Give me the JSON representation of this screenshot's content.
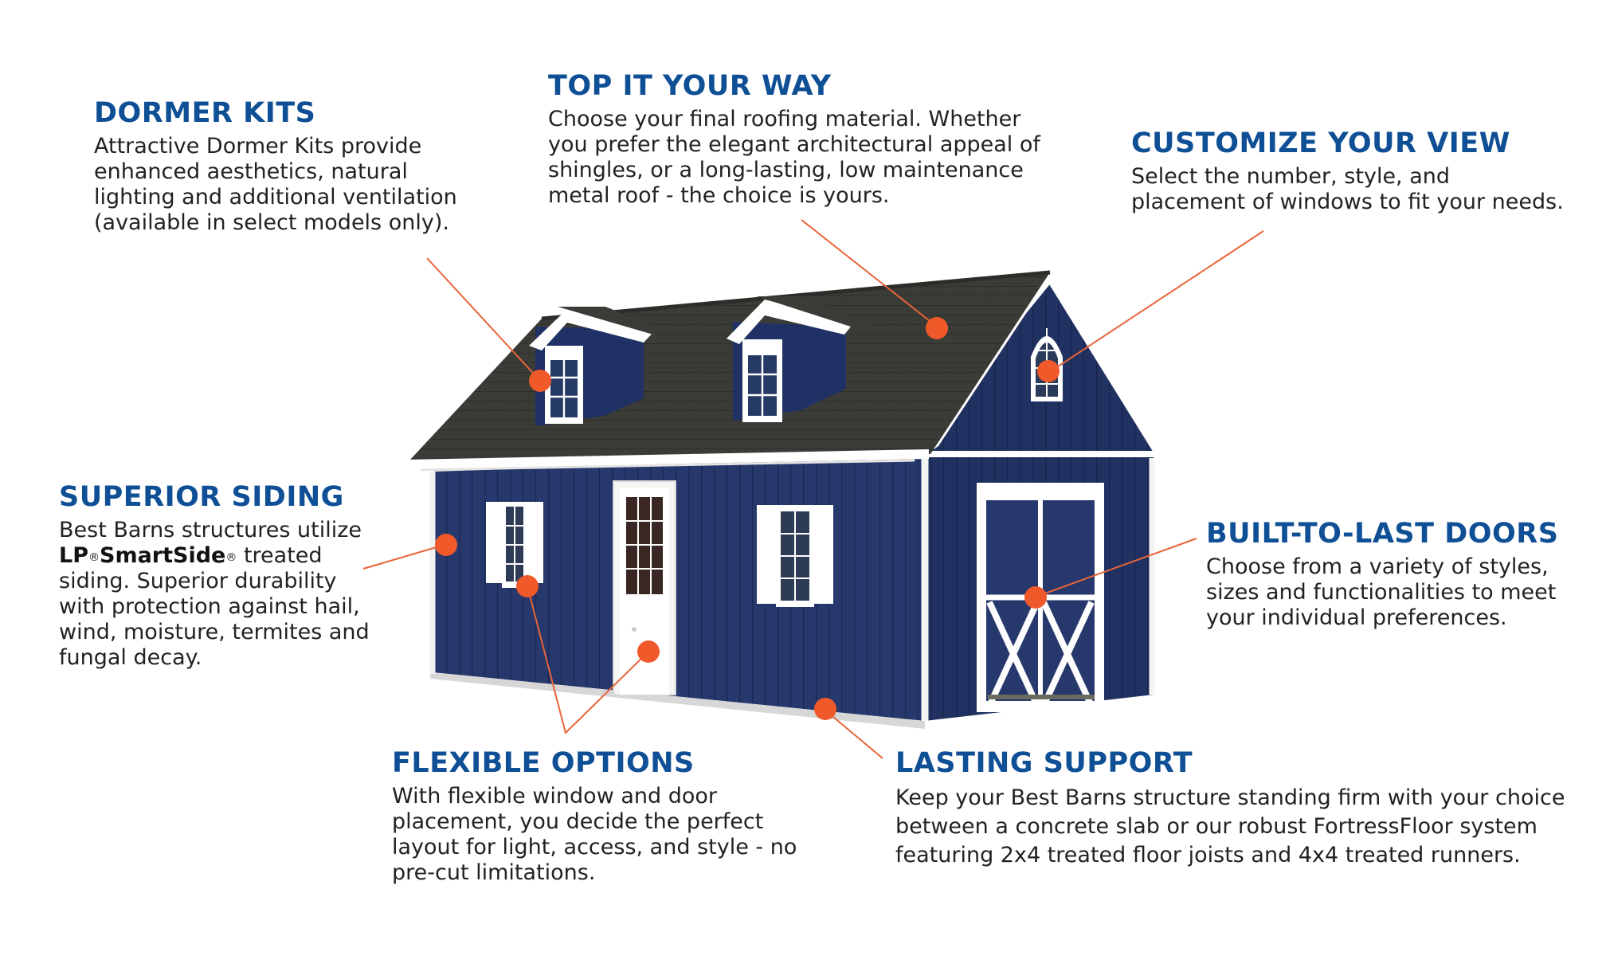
{
  "callouts": {
    "dormer": {
      "title": "DORMER KITS",
      "lines": [
        "Attractive Dormer Kits provide",
        "enhanced aesthetics, natural",
        "lighting and additional ventilation",
        "(available in select models only)."
      ]
    },
    "top": {
      "title": "TOP IT YOUR WAY",
      "lines": [
        "Choose your final roofing material. Whether",
        "you prefer the elegant architectural appeal of",
        "shingles, or a long-lasting, low maintenance",
        "metal roof - the choice is  yours."
      ]
    },
    "custom": {
      "title": "CUSTOMIZE YOUR VIEW",
      "lines": [
        "Select the number, style, and",
        "placement of windows to fit your needs."
      ]
    },
    "siding": {
      "title": "SUPERIOR SIDING",
      "line1": "Best Barns structures utilize",
      "brand_a": "LP",
      "reg_mark": "®",
      "brand_b": "SmartSide",
      "line2_rest": " treated",
      "lines": [
        "siding. Superior durability",
        "with protection against hail,",
        "wind, moisture, termites and",
        "fungal decay."
      ]
    },
    "doors": {
      "title": "BUILT-TO-LAST DOORS",
      "lines": [
        "Choose from a variety of styles,",
        "sizes and functionalities to meet",
        "your individual preferences."
      ]
    },
    "flex": {
      "title": "FLEXIBLE OPTIONS",
      "lines": [
        "With flexible window and door",
        "placement, you decide the perfect",
        "layout for light, access, and style - no",
        "pre-cut limitations."
      ]
    },
    "lasting": {
      "title": "LASTING SUPPORT",
      "lines": [
        "Keep your Best Barns structure standing firm with your choice",
        "between a concrete slab or our robust FortressFloor system",
        "featuring 2x4 treated floor joists and 4x4 treated runners."
      ]
    }
  },
  "colors": {
    "heading": "#0e4f95",
    "body_text": "#222222",
    "accent_dot": "#f0592a",
    "leader_line": "#e8643a",
    "siding": "#24386b",
    "roof": "#3b3b36",
    "trim": "#ffffff"
  }
}
